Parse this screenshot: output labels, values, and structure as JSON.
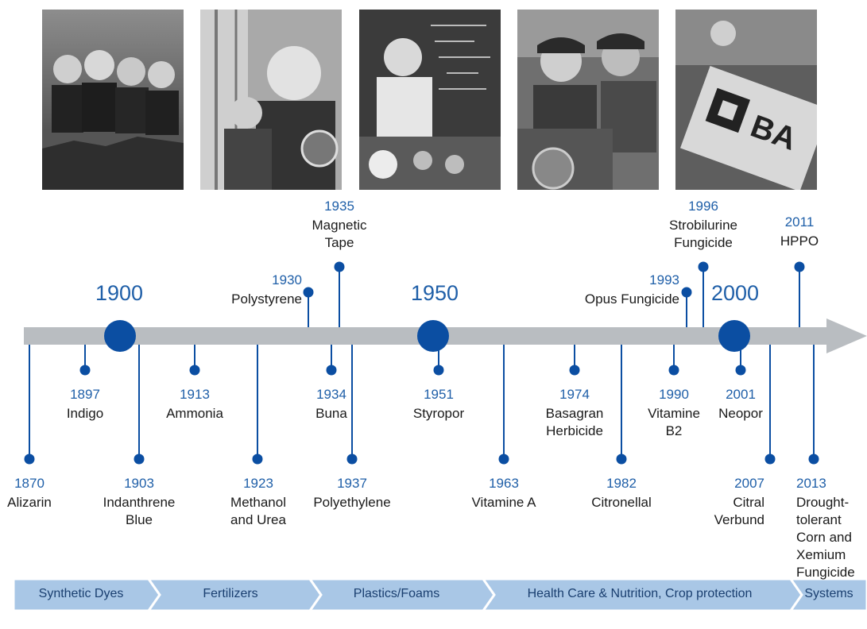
{
  "photos": [
    {
      "icon": "founders-portrait-photo"
    },
    {
      "icon": "chemist-lab-photo"
    },
    {
      "icon": "scientist-blackboard-photo"
    },
    {
      "icon": "workers-notebook-photo"
    },
    {
      "icon": "basf-logo-photo"
    }
  ],
  "timeline": {
    "decades": [
      "1900",
      "1950",
      "2000"
    ],
    "events": [
      {
        "year": "1870",
        "label": "Alizarin"
      },
      {
        "year": "1897",
        "label": "Indigo"
      },
      {
        "year": "1903",
        "label": "Indanthrene\nBlue"
      },
      {
        "year": "1913",
        "label": "Ammonia"
      },
      {
        "year": "1923",
        "label": "Methanol\nand Urea"
      },
      {
        "year": "1930",
        "label": "Polystyrene"
      },
      {
        "year": "1934",
        "label": "Buna"
      },
      {
        "year": "1935",
        "label": "Magnetic\nTape"
      },
      {
        "year": "1937",
        "label": "Polyethylene"
      },
      {
        "year": "1951",
        "label": "Styropor"
      },
      {
        "year": "1963",
        "label": "Vitamine A"
      },
      {
        "year": "1974",
        "label": "Basagran\nHerbicide"
      },
      {
        "year": "1982",
        "label": "Citronellal"
      },
      {
        "year": "1990",
        "label": "Vitamine\nB2"
      },
      {
        "year": "1993",
        "label": "Opus Fungicide"
      },
      {
        "year": "1996",
        "label": "Strobilurine\nFungicide"
      },
      {
        "year": "2001",
        "label": "Neopor"
      },
      {
        "year": "2007",
        "label": "Citral\nVerbund"
      },
      {
        "year": "2011",
        "label": "HPPO"
      },
      {
        "year": "2013",
        "label": "Drought-\ntolerant\nCorn and\nXemium\nFungicide"
      }
    ]
  },
  "eras": [
    "Synthetic Dyes",
    "Fertilizers",
    "Plastics/Foams",
    "Health Care & Nutrition, Crop protection",
    "Systems"
  ],
  "colors": {
    "accent": "#0b4ea2",
    "arrow": "#b9bdc1",
    "band": "#a9c7e6",
    "text_blue": "#1f5fa8"
  }
}
